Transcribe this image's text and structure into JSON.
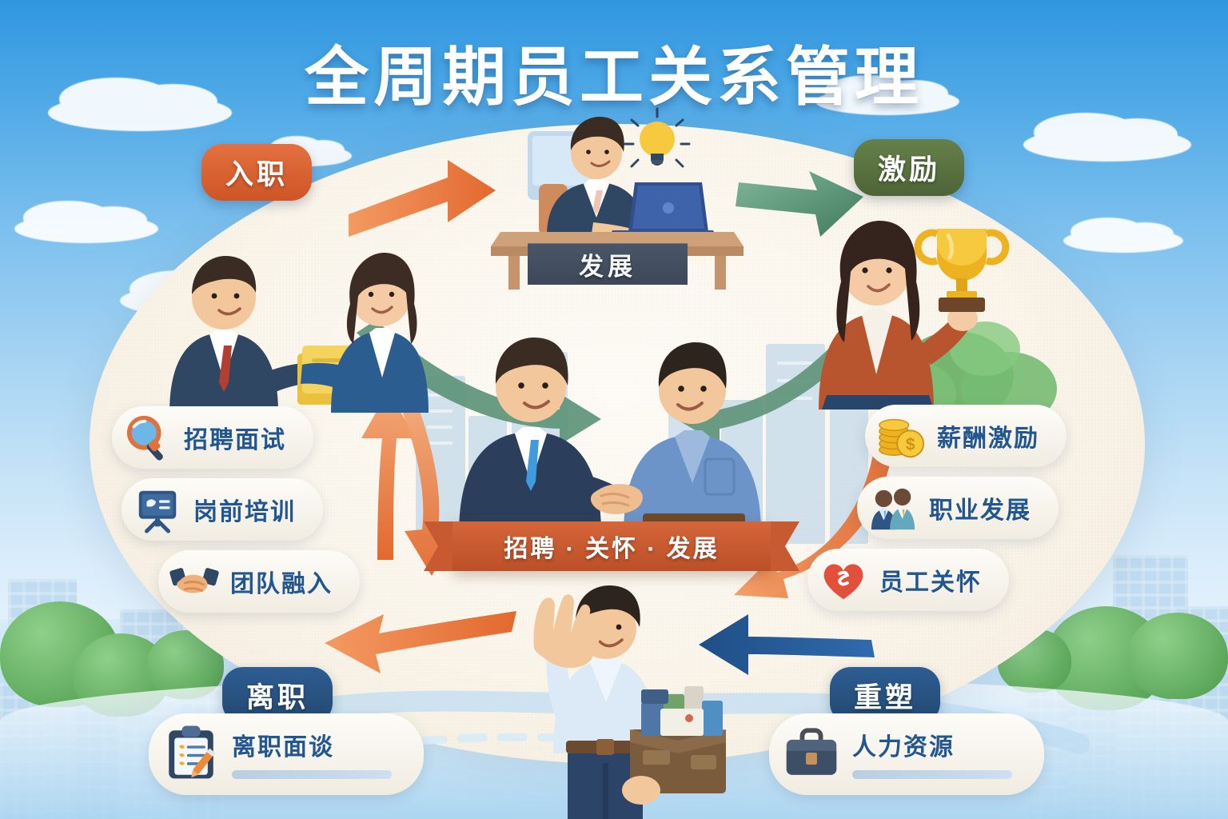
{
  "poster": {
    "title": "全周期员工关系管理",
    "background_top_color": "#2f97e0",
    "background_bottom_color": "#f2f8fd",
    "stage_fill_color": "#fbf6ec"
  },
  "stage_badges": [
    {
      "id": "onboarding",
      "label": "入职",
      "color": "#ce5526",
      "position": "top-left"
    },
    {
      "id": "motivation",
      "label": "激励",
      "color": "#4d6536",
      "position": "top-right"
    },
    {
      "id": "offboarding",
      "label": "离职",
      "color": "#23486f",
      "position": "bottom-left"
    },
    {
      "id": "rebuild",
      "label": "重塑",
      "color": "#23486f",
      "position": "bottom-right"
    }
  ],
  "center": {
    "ribbon_text": "招聘 · 关怀 · 发展",
    "ribbon_color": "#bb4f27",
    "desk_plate_text": "发展"
  },
  "left_pills": [
    {
      "icon": "magnifier-icon",
      "label": "招聘面试"
    },
    {
      "icon": "presentation-icon",
      "label": "岗前培训"
    },
    {
      "icon": "handshake-icon",
      "label": "团队融入"
    }
  ],
  "right_pills": [
    {
      "icon": "coins-icon",
      "label": "薪酬激励"
    },
    {
      "icon": "people-icon",
      "label": "职业发展"
    },
    {
      "icon": "heart-icon",
      "label": "员工关怀"
    }
  ],
  "bottom_pills": [
    {
      "icon": "clipboard-checklist-icon",
      "label": "离职面谈",
      "has_bar": true
    },
    {
      "icon": "briefcase-icon",
      "label": "人力资源",
      "has_bar": true
    }
  ],
  "scenes": [
    {
      "id": "onboarding-scene",
      "description": "招聘官与新员工交接文件",
      "accent": "#e8c13f"
    },
    {
      "id": "working-scene",
      "description": "员工在办公桌前使用笔记本电脑，头顶灯泡",
      "accent": "#f6c344"
    },
    {
      "id": "award-scene",
      "description": "女员工手捧金色奖杯",
      "accent": "#e8a02a"
    },
    {
      "id": "handshake-scene",
      "description": "西装经理与员工握手",
      "accent": "#2f6fb0"
    },
    {
      "id": "farewell-scene",
      "description": "离职员工挥手并抱着纸箱",
      "accent": "#8a6a4a"
    }
  ],
  "arrows": [
    {
      "id": "arrow-onboard-to-work",
      "color": "#e4743e",
      "direction": "right-up"
    },
    {
      "id": "arrow-work-to-award",
      "color": "#5d9478",
      "direction": "right-down"
    },
    {
      "id": "arrow-award-to-center",
      "color": "#5d9478",
      "direction": "down-left"
    },
    {
      "id": "arrow-center-down",
      "color": "#e4743e",
      "direction": "down"
    },
    {
      "id": "arrow-center-up",
      "color": "#e4743e",
      "direction": "up"
    },
    {
      "id": "arrow-right-to-farewell",
      "color": "#e4743e",
      "direction": "down-left"
    },
    {
      "id": "arrow-farewell-to-left",
      "color": "#e4743e",
      "direction": "left"
    },
    {
      "id": "arrow-rebuild-in",
      "color": "#2a5f9e",
      "direction": "left"
    }
  ]
}
